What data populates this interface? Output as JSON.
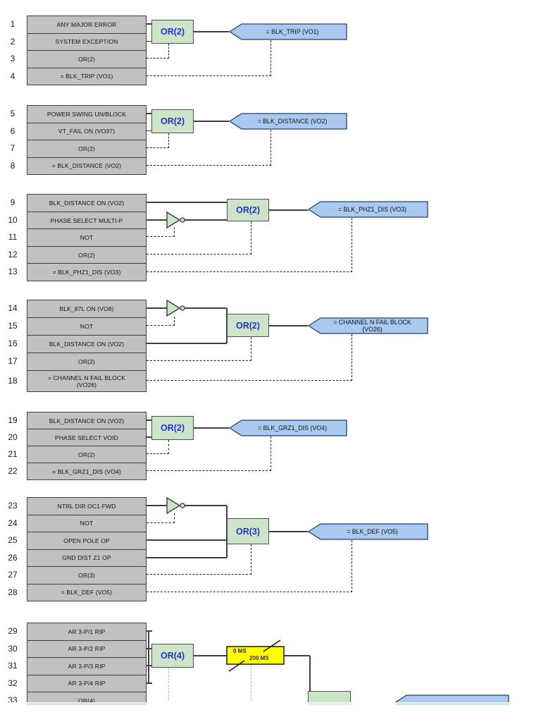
{
  "palette": {
    "row_fill": "#c1c1c1",
    "row_border": "#3f3f3f",
    "gate_fill": "#cde4c9",
    "gate_border": "#4a554a",
    "gate_text": "#2334cb",
    "flag_fill": "#a9c9ee",
    "flag_border": "#27406b",
    "timer_fill": "#ffff00",
    "timer_border": "#1a1a1a",
    "line_solid": "#3f3f3f",
    "line_dashed": "#222222",
    "line_dashed_light": "#b4b4b4"
  },
  "groups": [
    {
      "rows": [
        {
          "num": "1",
          "label": "ANY MAJOR ERROR"
        },
        {
          "num": "2",
          "label": "SYSTEM EXCEPTION"
        },
        {
          "num": "3",
          "label": "OR(2)"
        },
        {
          "num": "4",
          "label": "= BLK_TRIP (VO1)"
        }
      ],
      "gate": {
        "label": "OR(2)"
      },
      "flag": {
        "label": "= BLK_TRIP (VO1)"
      }
    },
    {
      "rows": [
        {
          "num": "5",
          "label": "POWER SWING UN/BLOCK"
        },
        {
          "num": "6",
          "label": "VT_FAIL ON (VO37)"
        },
        {
          "num": "7",
          "label": "OR(2)"
        },
        {
          "num": "8",
          "label": "= BLK_DISTANCE (VO2)"
        }
      ],
      "gate": {
        "label": "OR(2)"
      },
      "flag": {
        "label": "= BLK_DISTANCE (VO2)"
      }
    },
    {
      "rows": [
        {
          "num": "9",
          "label": "BLK_DISTANCE ON (VO2)"
        },
        {
          "num": "10",
          "label": "PHASE SELECT MULTI-P"
        },
        {
          "num": "11",
          "label": "NOT"
        },
        {
          "num": "12",
          "label": "OR(2)"
        },
        {
          "num": "13",
          "label": "= BLK_PHZ1_DIS (VO3)"
        }
      ],
      "gate": {
        "label": "OR(2)"
      },
      "flag": {
        "label": "= BLK_PHZ1_DIS (VO3)"
      }
    },
    {
      "rows": [
        {
          "num": "14",
          "label": "BLK_87L ON (VO8)"
        },
        {
          "num": "15",
          "label": "NOT"
        },
        {
          "num": "16",
          "label": "BLK_DISTANCE ON (VO2)"
        },
        {
          "num": "17",
          "label": "OR(2)"
        },
        {
          "num": "18",
          "label": "= CHANNEL N FAIL BLOCK",
          "label2": "(VO26)"
        }
      ],
      "gate": {
        "label": "OR(2)"
      },
      "flag": {
        "label": "= CHANNEL N FAIL BLOCK",
        "label2": "(VO26)"
      }
    },
    {
      "rows": [
        {
          "num": "19",
          "label": "BLK_DISTANCE ON (VO2)"
        },
        {
          "num": "20",
          "label": "PHASE SELECT VOID"
        },
        {
          "num": "21",
          "label": "OR(2)"
        },
        {
          "num": "22",
          "label": "= BLK_GRZ1_DIS (VO4)"
        }
      ],
      "gate": {
        "label": "OR(2)"
      },
      "flag": {
        "label": "= BLK_GRZ1_DIS (VO4)"
      }
    },
    {
      "rows": [
        {
          "num": "23",
          "label": "NTRL DIR OC1 FWD"
        },
        {
          "num": "24",
          "label": "NOT"
        },
        {
          "num": "25",
          "label": "OPEN POLE OP"
        },
        {
          "num": "26",
          "label": "GND DIST Z1 OP"
        },
        {
          "num": "27",
          "label": "OR(3)"
        },
        {
          "num": "28",
          "label": "= BLK_DEF (VO5)"
        }
      ],
      "gate": {
        "label": "OR(3)"
      },
      "flag": {
        "label": "= BLK_DEF (VO5)"
      }
    },
    {
      "rows": [
        {
          "num": "29",
          "label": "AR 3-P/1 RIP"
        },
        {
          "num": "30",
          "label": "AR 3-P/2 RIP"
        },
        {
          "num": "31",
          "label": "AR 3-P/3 RIP"
        },
        {
          "num": "32",
          "label": "AR 3-P/4 RIP"
        },
        {
          "num": "33",
          "label": "OR(4)"
        }
      ],
      "gate": {
        "label": "OR(4)"
      },
      "timer": {
        "pickup": "0 MS",
        "dropout": "200 MS"
      }
    }
  ]
}
